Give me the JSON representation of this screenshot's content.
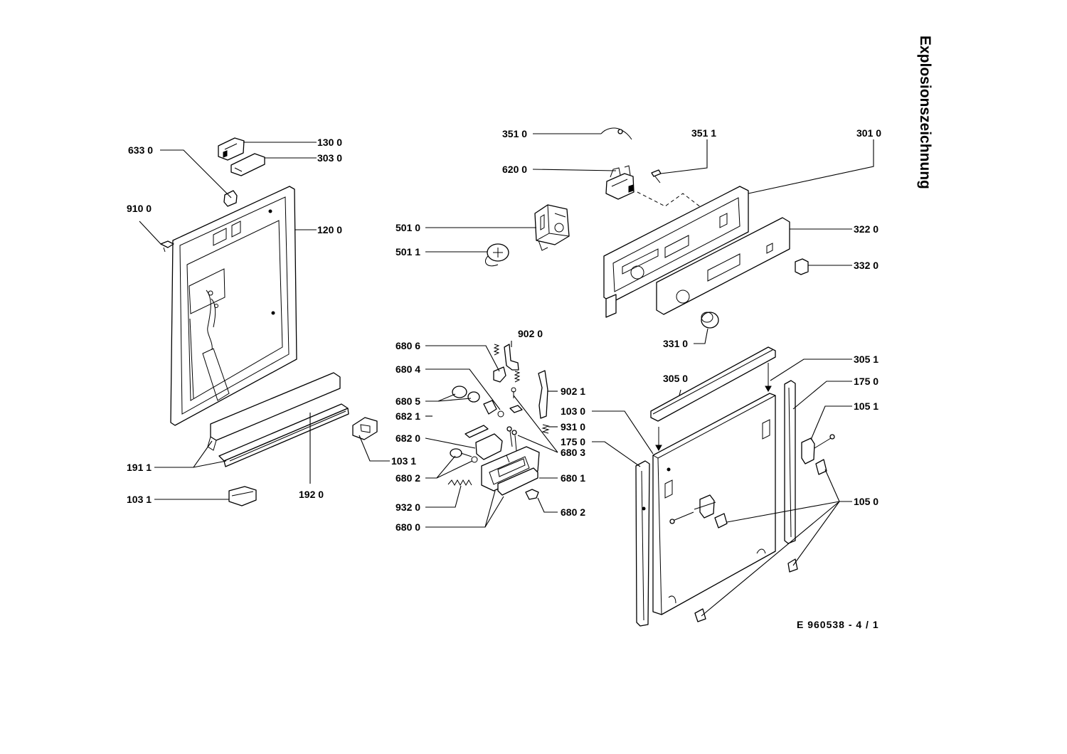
{
  "title": "Explosionszeichnung",
  "drawing_number": "E  960538 - 4 / 1",
  "callouts": {
    "c1300": "130 0",
    "c3030": "303 0",
    "c6330": "633 0",
    "c9100": "910 0",
    "c1200": "120 0",
    "c1911": "191 1",
    "c1920": "192 0",
    "c1031a": "103 1",
    "c1031b": "103 1",
    "c3510": "351 0",
    "c3511": "351 1",
    "c3010": "301 0",
    "c6200": "620 0",
    "c5010": "501 0",
    "c5011": "501 1",
    "c3220": "322 0",
    "c3320": "332 0",
    "c3310": "331 0",
    "c9020": "902 0",
    "c6806": "680 6",
    "c6804": "680 4",
    "c9021": "902 1",
    "c6805": "680 5",
    "c6821": "682 1",
    "c6820": "682 0",
    "c9310": "931 0",
    "c6803": "680 3",
    "c6802a": "680 2",
    "c6801": "680 1",
    "c6802b": "680 2",
    "c9320": "932 0",
    "c6800": "680 0",
    "c3051": "305 1",
    "c3050": "305 0",
    "c1750a": "175 0",
    "c1030": "103 0",
    "c1051": "105 1",
    "c1750b": "175 0",
    "c1050": "105 0"
  }
}
